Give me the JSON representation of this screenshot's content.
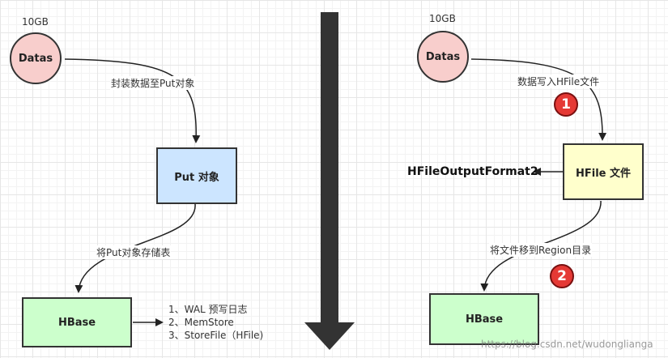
{
  "left": {
    "size_label": "10GB",
    "datas": "Datas",
    "edge1_label": "封装数据至Put对象",
    "put_box": "Put 对象",
    "edge2_label": "将Put对象存储表",
    "hbase": "HBase",
    "list": [
      "1、WAL 预写日志",
      "2、MemStore",
      "3、StoreFile（HFile)"
    ]
  },
  "right": {
    "size_label": "10GB",
    "datas": "Datas",
    "edge1_label": "数据写入HFile文件",
    "step1": "1",
    "hfile_box": "HFile 文件",
    "output_format": "HFileOutputFormat2",
    "edge2_label": "将文件移到Region目录",
    "step2": "2",
    "hbase": "HBase"
  },
  "watermark": "https://blog.csdn.net/wudonglianga",
  "colors": {
    "datas_fill": "#f8cecc",
    "put_fill": "#cce5ff",
    "hfile_fill": "#ffffcc",
    "hbase_fill": "#ccffcc",
    "badge": "#e53935",
    "center_arrow": "#333333"
  }
}
